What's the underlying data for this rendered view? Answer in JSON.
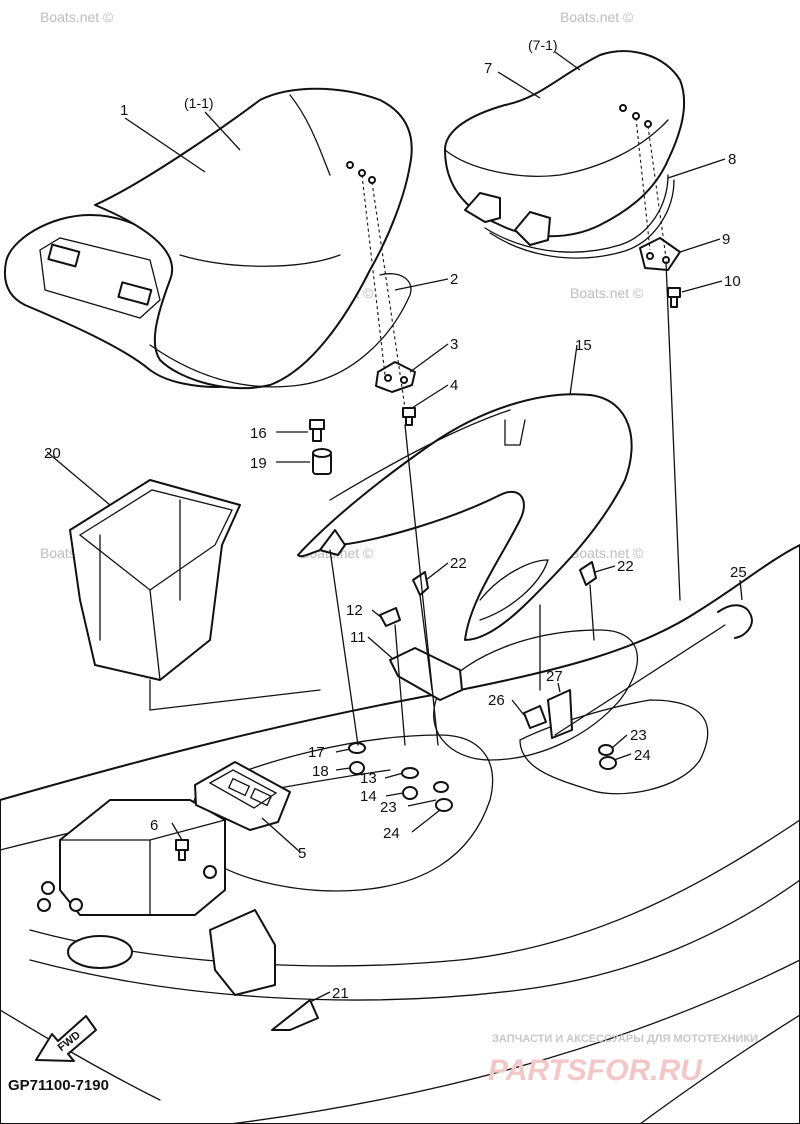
{
  "diagram": {
    "code": "GP71100-7190",
    "forward_label": "FWD",
    "seat_refs": {
      "front_seat": "(1-1)",
      "rear_seat": "(7-1)"
    },
    "watermark_text": "Boats.net ©",
    "brand": {
      "tagline": "ЗАПЧАСТИ И АКСЕССУАРЫ ДЛЯ МОТОТЕХНИКИ",
      "name": "PARTSFOR.RU",
      "color": "#e08a8a"
    },
    "callouts": [
      {
        "id": "c1",
        "label": "1"
      },
      {
        "id": "c2",
        "label": "2"
      },
      {
        "id": "c3",
        "label": "3"
      },
      {
        "id": "c4",
        "label": "4"
      },
      {
        "id": "c5",
        "label": "5"
      },
      {
        "id": "c6",
        "label": "6"
      },
      {
        "id": "c7",
        "label": "7"
      },
      {
        "id": "c8",
        "label": "8"
      },
      {
        "id": "c9",
        "label": "9"
      },
      {
        "id": "c10",
        "label": "10"
      },
      {
        "id": "c11",
        "label": "11"
      },
      {
        "id": "c12",
        "label": "12"
      },
      {
        "id": "c13",
        "label": "13"
      },
      {
        "id": "c14",
        "label": "14"
      },
      {
        "id": "c15",
        "label": "15"
      },
      {
        "id": "c16",
        "label": "16"
      },
      {
        "id": "c17",
        "label": "17"
      },
      {
        "id": "c18",
        "label": "18"
      },
      {
        "id": "c19",
        "label": "19"
      },
      {
        "id": "c20",
        "label": "20"
      },
      {
        "id": "c21",
        "label": "21"
      },
      {
        "id": "c22a",
        "label": "22"
      },
      {
        "id": "c22b",
        "label": "22"
      },
      {
        "id": "c23a",
        "label": "23"
      },
      {
        "id": "c23b",
        "label": "23"
      },
      {
        "id": "c24a",
        "label": "24"
      },
      {
        "id": "c24b",
        "label": "24"
      },
      {
        "id": "c25",
        "label": "25"
      },
      {
        "id": "c26",
        "label": "26"
      },
      {
        "id": "c27",
        "label": "27"
      }
    ]
  }
}
